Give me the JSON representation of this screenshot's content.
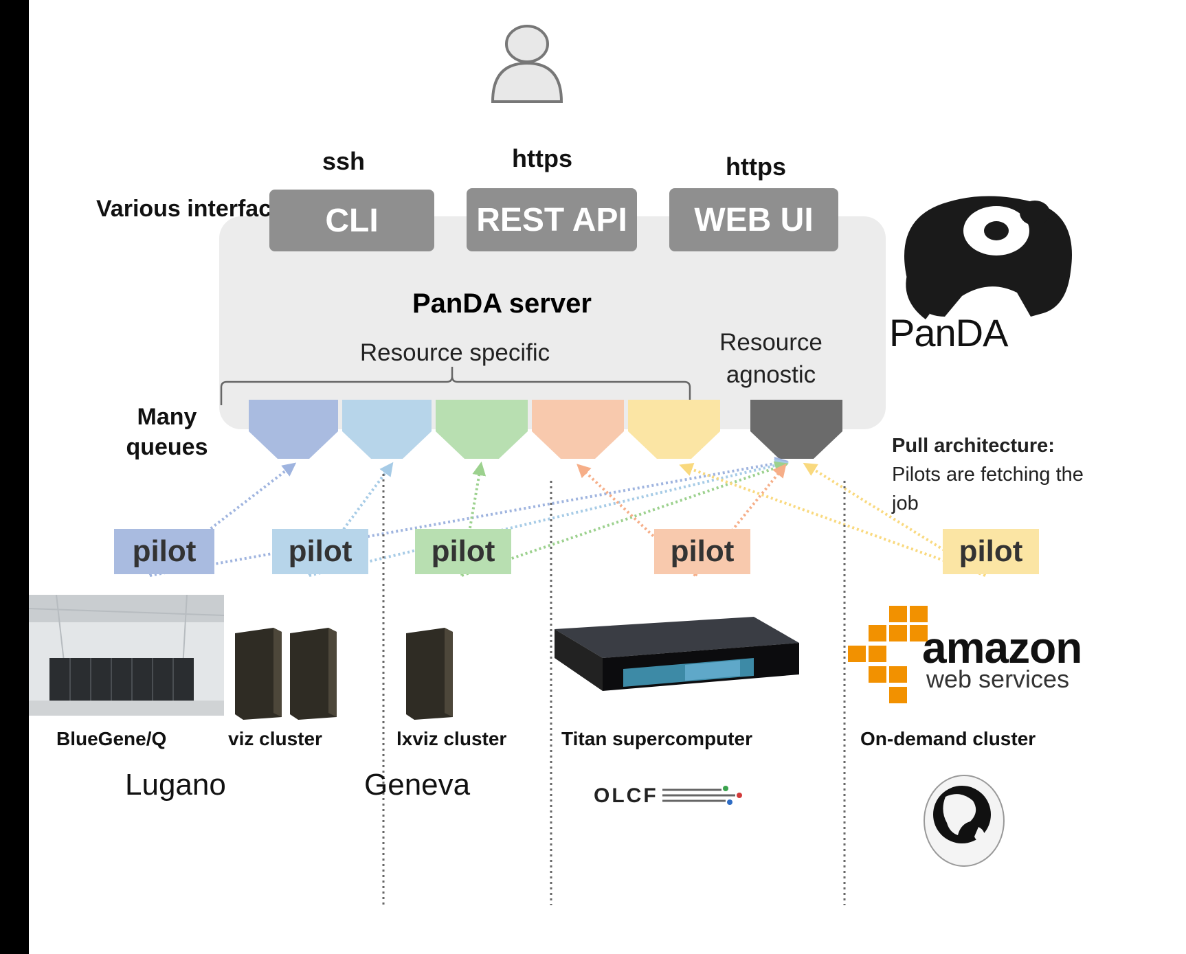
{
  "interfaces": {
    "label": "Various interfaces",
    "items": [
      {
        "protocol": "ssh",
        "name": "CLI"
      },
      {
        "protocol": "https",
        "name": "REST API"
      },
      {
        "protocol": "https",
        "name": "WEB UI"
      }
    ]
  },
  "server": {
    "title": "PanDA server",
    "resource_specific": "Resource specific",
    "resource_agnostic": "Resource agnostic"
  },
  "queues": {
    "label": "Many queues",
    "colors": [
      "#a9bbe0",
      "#b7d5ea",
      "#b8dfb1",
      "#f8c9ad",
      "#fbe5a4",
      "#6b6b6b"
    ]
  },
  "pull": {
    "title": "Pull architecture:",
    "text": "Pilots are fetching the job"
  },
  "logo": {
    "text": "PanDA"
  },
  "pilots": [
    {
      "label": "pilot",
      "color": "#a9bbe0"
    },
    {
      "label": "pilot",
      "color": "#b7d5ea"
    },
    {
      "label": "pilot",
      "color": "#b8dfb1"
    },
    {
      "label": "pilot",
      "color": "#f8c9ad"
    },
    {
      "label": "pilot",
      "color": "#fbe5a4"
    }
  ],
  "sites": [
    {
      "name": "BlueGene/Q"
    },
    {
      "name": "viz cluster"
    },
    {
      "name": "lxviz cluster"
    },
    {
      "name": "Titan supercomputer"
    },
    {
      "name": "On-demand cluster"
    }
  ],
  "cities": [
    "Lugano",
    "Geneva"
  ],
  "logos": {
    "amazon": "amazon",
    "aws": "web services",
    "olcf": "OLCF"
  }
}
